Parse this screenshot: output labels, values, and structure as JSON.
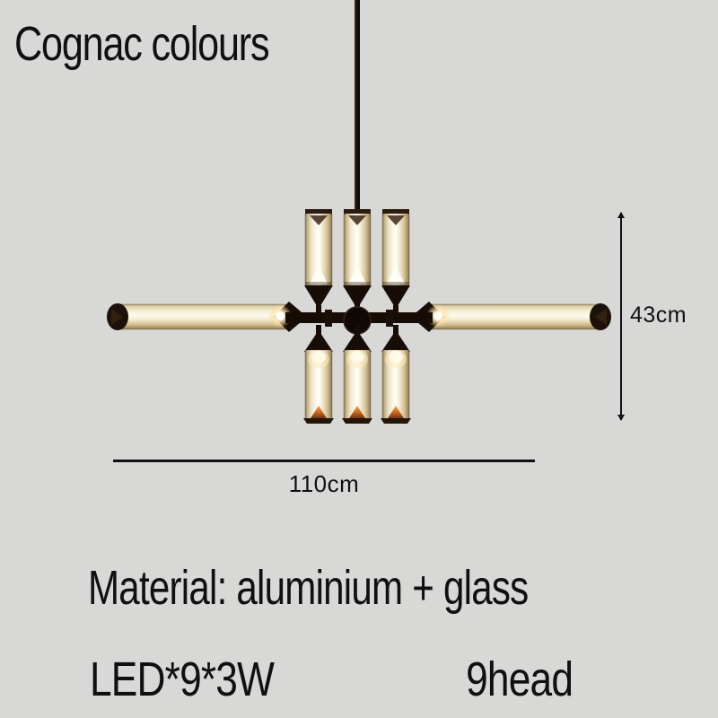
{
  "header": {
    "title": "Cognac colours"
  },
  "dimensions": {
    "height": "43cm",
    "width": "110cm"
  },
  "specs": {
    "material": "Material: aluminium + glass",
    "led": "LED*9*3W",
    "heads": "9head"
  },
  "figure": {
    "subject": "9-head linear chandelier, cognac glass tube shades on black metal frame, lit"
  },
  "colors": {
    "background": "#d8d8d6",
    "text": "#101010",
    "dimension_line": "#111111",
    "glass_cognac": "#d9c89e",
    "glass_highlight": "#fdfaee",
    "metal_black": "#190f08",
    "glow_warm": "#ffeec6",
    "ember_orange": "#c9631d"
  }
}
